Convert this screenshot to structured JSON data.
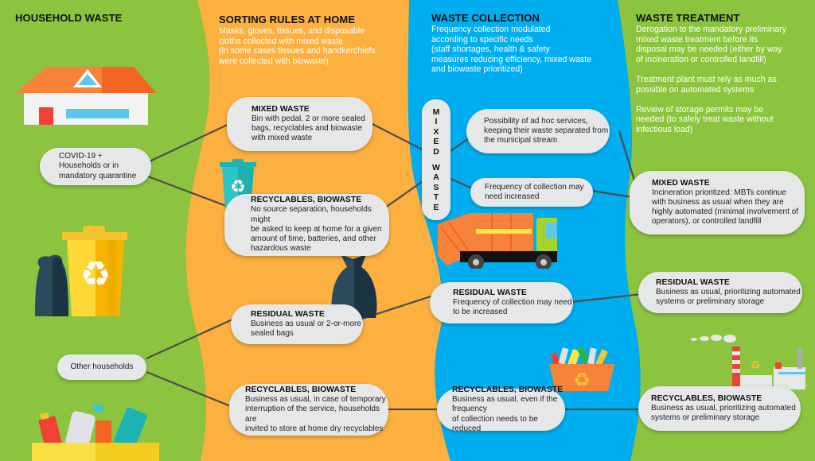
{
  "colors": {
    "green": "#8cc43f",
    "orange": "#fbb040",
    "blue": "#00aeef",
    "bubble": "#e6e7e9",
    "connector": "#4d4d4d"
  },
  "columns": [
    {
      "title": "HOUSEHOLD WASTE",
      "description": ""
    },
    {
      "title": "SORTING RULES AT HOME",
      "description": "Masks, gloves, tissues, and disposable\ncloths collected with mixed waste\n(in some cases tissues and handkerchiefs\nwere collected with biowaste)"
    },
    {
      "title": "WASTE COLLECTION",
      "description": "Frequency collection modulated\n according to specific needs\n(staff shortages, health & safety\n measures reducing efficiency, mixed waste\nand biowaste prioritized)"
    },
    {
      "title": "WASTE TREATMENT",
      "description": "Derogation to the mandatory preliminary\nmixed waste treatment before its\ndisposal may be needed (either by way\nof incineration or controlled landfill)\n\nTreatment plant must rely as much as\npossible on automated systems\n\nReview of storage permits may be\nneeded (to safely treat waste without\ninfectious load)"
    }
  ],
  "household": {
    "covid": "COVID-19 +\nHouseholds or in\nmandatory quarantine",
    "other": "Other households"
  },
  "sorting": {
    "covid_mixed": {
      "title": "MIXED WASTE",
      "text": "Bin with pedal, 2 or more sealed\nbags, recyclables and biowaste\nwith mixed waste"
    },
    "covid_recyclables": {
      "title": "RECYCLABLES, BIOWASTE",
      "text": "No source separation, households might\nbe asked to keep at home for a given\namount of time, batteries, and other\nhazardous waste"
    },
    "other_residual": {
      "title": "RESIDUAL WASTE",
      "text": "Business as usual or 2-or-more\nsealed bags"
    },
    "other_recyclables": {
      "title": "RECYCLABLES, BIOWASTE",
      "text": "Business as usual, in case of temporary\ninterruption of the service, households are\ninvited to store at home dry recyclables"
    }
  },
  "collection": {
    "mixed_waste_label": [
      "M",
      "I",
      "X",
      "E",
      "D",
      "",
      "W",
      "A",
      "S",
      "T",
      "E"
    ],
    "adhoc": {
      "text": "Possibility of ad hoc services,\nkeeping their waste separated from\nthe municipal stream"
    },
    "frequency": {
      "text": "Frequency of collection may\nneed increased"
    },
    "residual": {
      "title": "RESIDUAL WASTE",
      "text": "Frequency of collection may need\nto be increased"
    },
    "recyclables": {
      "title": "RECYCLABLES, BIOWASTE",
      "text": "Business as usual, even if the frequency\nof collection needs to be reduced"
    }
  },
  "treatment": {
    "mixed": {
      "title": "MIXED WASTE",
      "text": "Incineration prioritized: MBTs continue\nwith business as usual when they are\nhighly automated (minimal involvement of\noperators), or controlled landfill"
    },
    "residual": {
      "title": "RESIDUAL WASTE",
      "text": "Business as usual, prioritizing automated\nsystems or preliminary storage"
    },
    "recyclables": {
      "title": "RECYCLABLES, BIOWASTE",
      "text": "Business as usual, prioritizing automated\nsystems or preliminary storage"
    }
  },
  "icons": [
    "house-icon",
    "teal-recycle-bin-icon",
    "yellow-recycle-bin-icon",
    "black-garbage-bag-icon",
    "recyclables-basket-icon",
    "garbage-truck-icon",
    "recycling-crate-icon",
    "treatment-plant-icon"
  ]
}
